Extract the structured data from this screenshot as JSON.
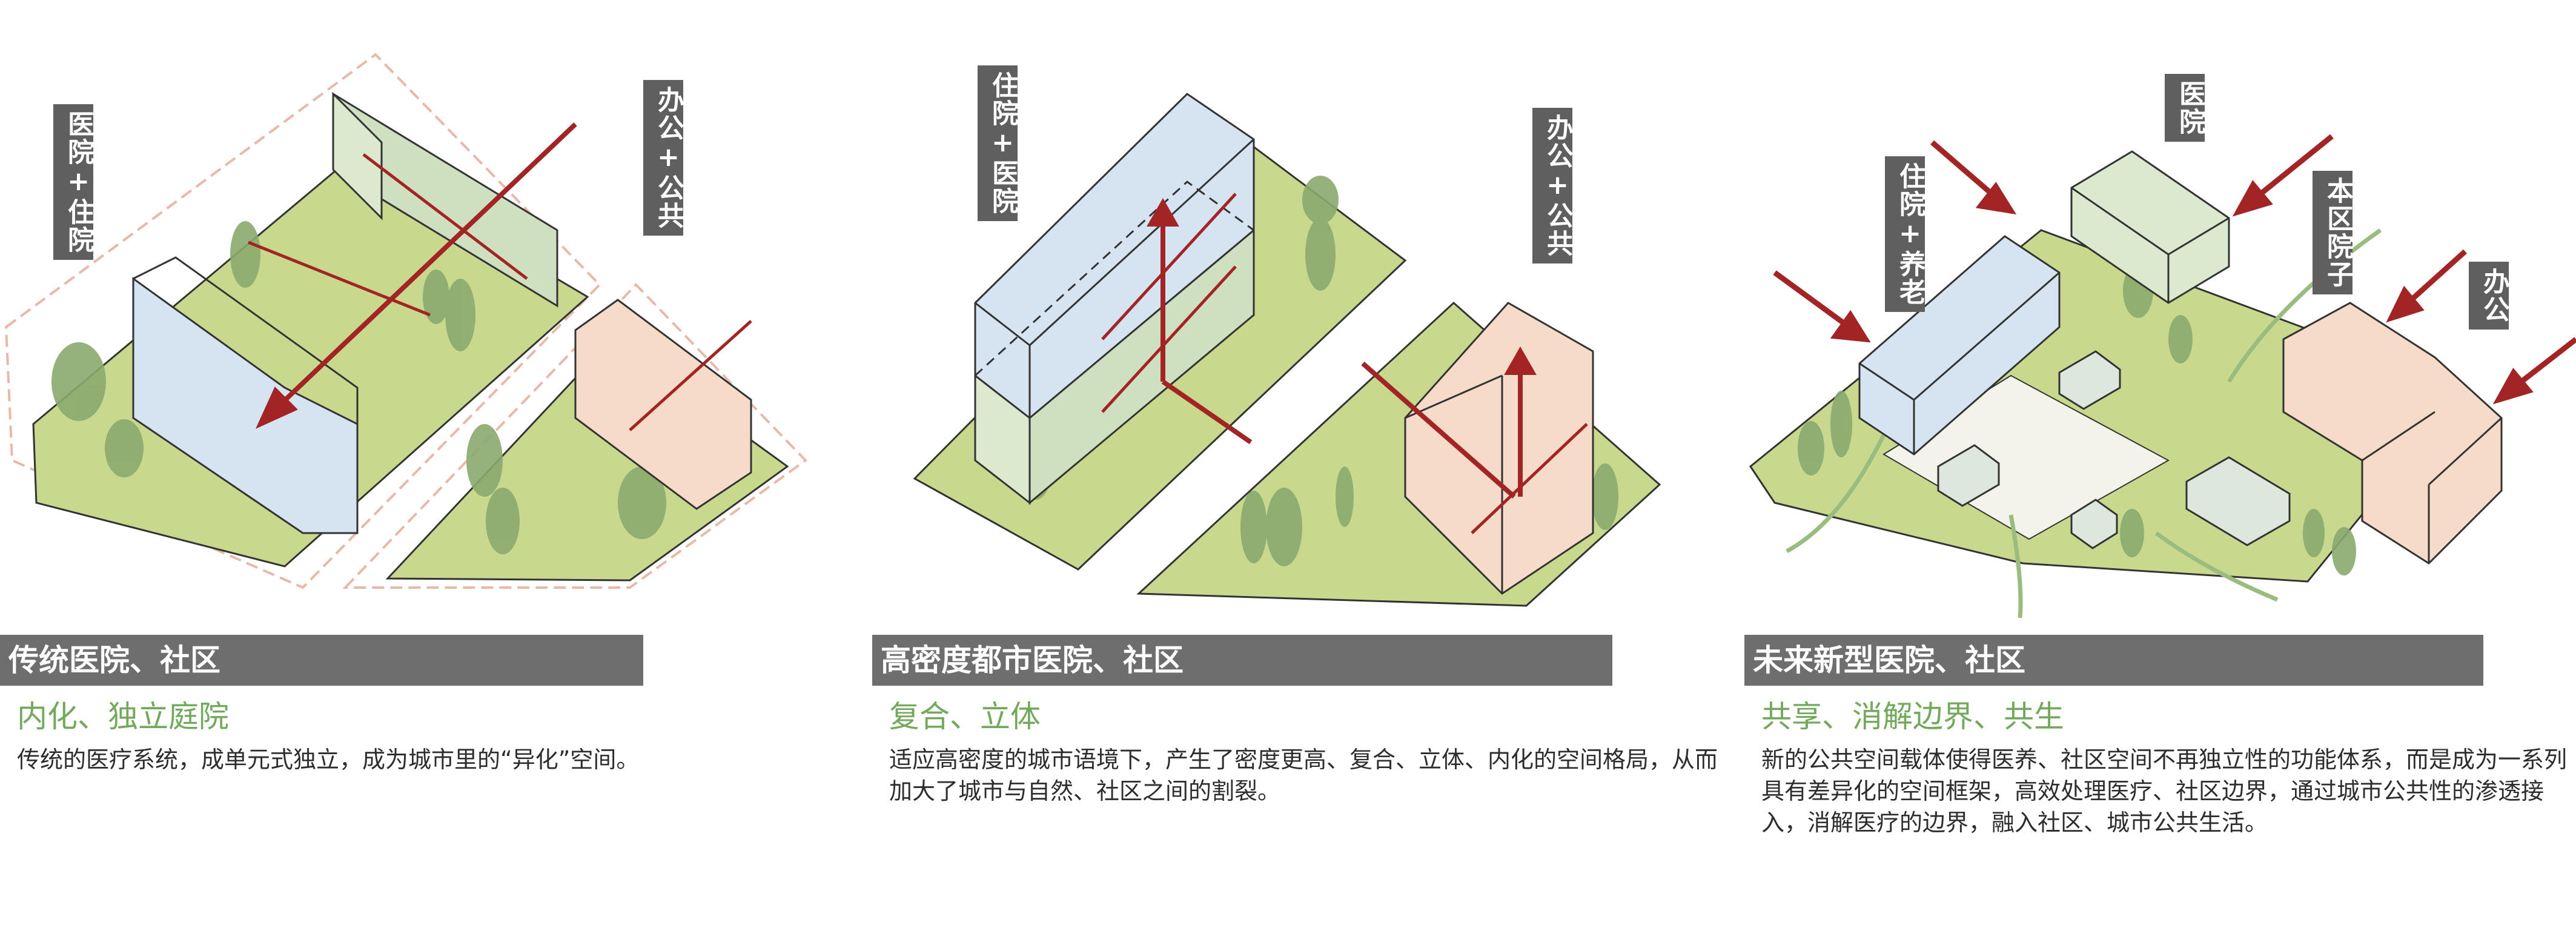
{
  "panels": [
    {
      "title": "传统医院、社区",
      "subtitle": "内化、独立庭院",
      "description": "传统的医疗系统，成单元式独立，成为城市里的“异化”空间。",
      "labels": [
        "医院+住院",
        "办公+公共"
      ]
    },
    {
      "title": "高密度都市医院、社区",
      "subtitle": "复合、立体",
      "description": "适应高密度的城市语境下，产生了密度更高、复合、立体、内化的空间格局，从而加大了城市与自然、社区之间的割裂。",
      "labels": [
        "住院+医院",
        "办公+公共"
      ]
    },
    {
      "title": "未来新型医院、社区",
      "subtitle": "共享、消解边界、共生",
      "description": "新的公共空间载体使得医养、社区空间不再独立性的功能体系，而是成为一系列具有差异化的空间框架，高效处理医疗、社区边界，通过城市公共性的渗透接入，消解医疗的边界，融入社区、城市公共生活。",
      "labels": [
        "住院+养老",
        "医院",
        "本区院子",
        "办公"
      ]
    }
  ],
  "colors": {
    "bar": "#6e6e6e",
    "accent_green": "#72a95c",
    "arrow_red": "#a32424",
    "ground": "#c8d98e",
    "block_blue": "#d6e3f0",
    "block_green": "#dbe9cf",
    "block_peach": "#f6dcc8"
  }
}
